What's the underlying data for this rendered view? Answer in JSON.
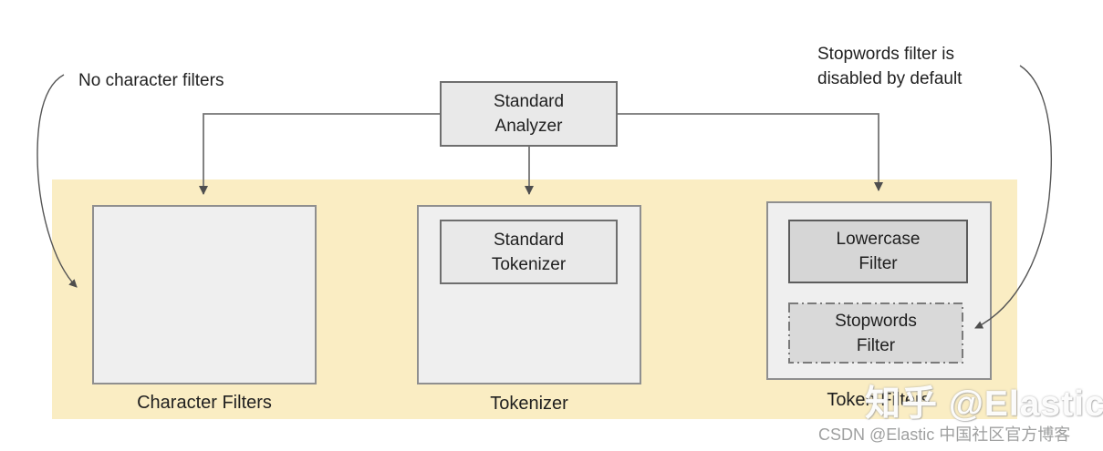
{
  "diagram": {
    "analyzer": {
      "label": "Standard Analyzer"
    },
    "annotations": {
      "no_char_filters": "No character filters",
      "stopwords_disabled": "Stopwords filter is disabled by default"
    },
    "sections": {
      "character_filters": {
        "label": "Character Filters"
      },
      "tokenizer": {
        "label": "Tokenizer",
        "inner_box": "Standard Tokenizer"
      },
      "token_filters": {
        "label": "Token Filters",
        "lowercase_box": "Lowercase Filter",
        "stopwords_box": "Stopwords Filter"
      }
    }
  },
  "watermarks": {
    "zhihu": "知乎 @Elastic",
    "csdn": "CSDN @Elastic 中国社区官方博客"
  },
  "colors": {
    "container_fill": "#FAEDC3",
    "container_border": "#7b7b7b",
    "box_fill_light": "#EFEFEF",
    "box_fill_mid": "#E9E9E9",
    "box_fill_dark": "#D6D6D6",
    "border_grey": "#8F8F8F",
    "border_dark": "#6E6E6E",
    "line_grey": "#757575",
    "arrow_fill": "#4e4e4e",
    "text_dark": "#1F1F1F",
    "watermark_grey": "#9FA0A0"
  }
}
